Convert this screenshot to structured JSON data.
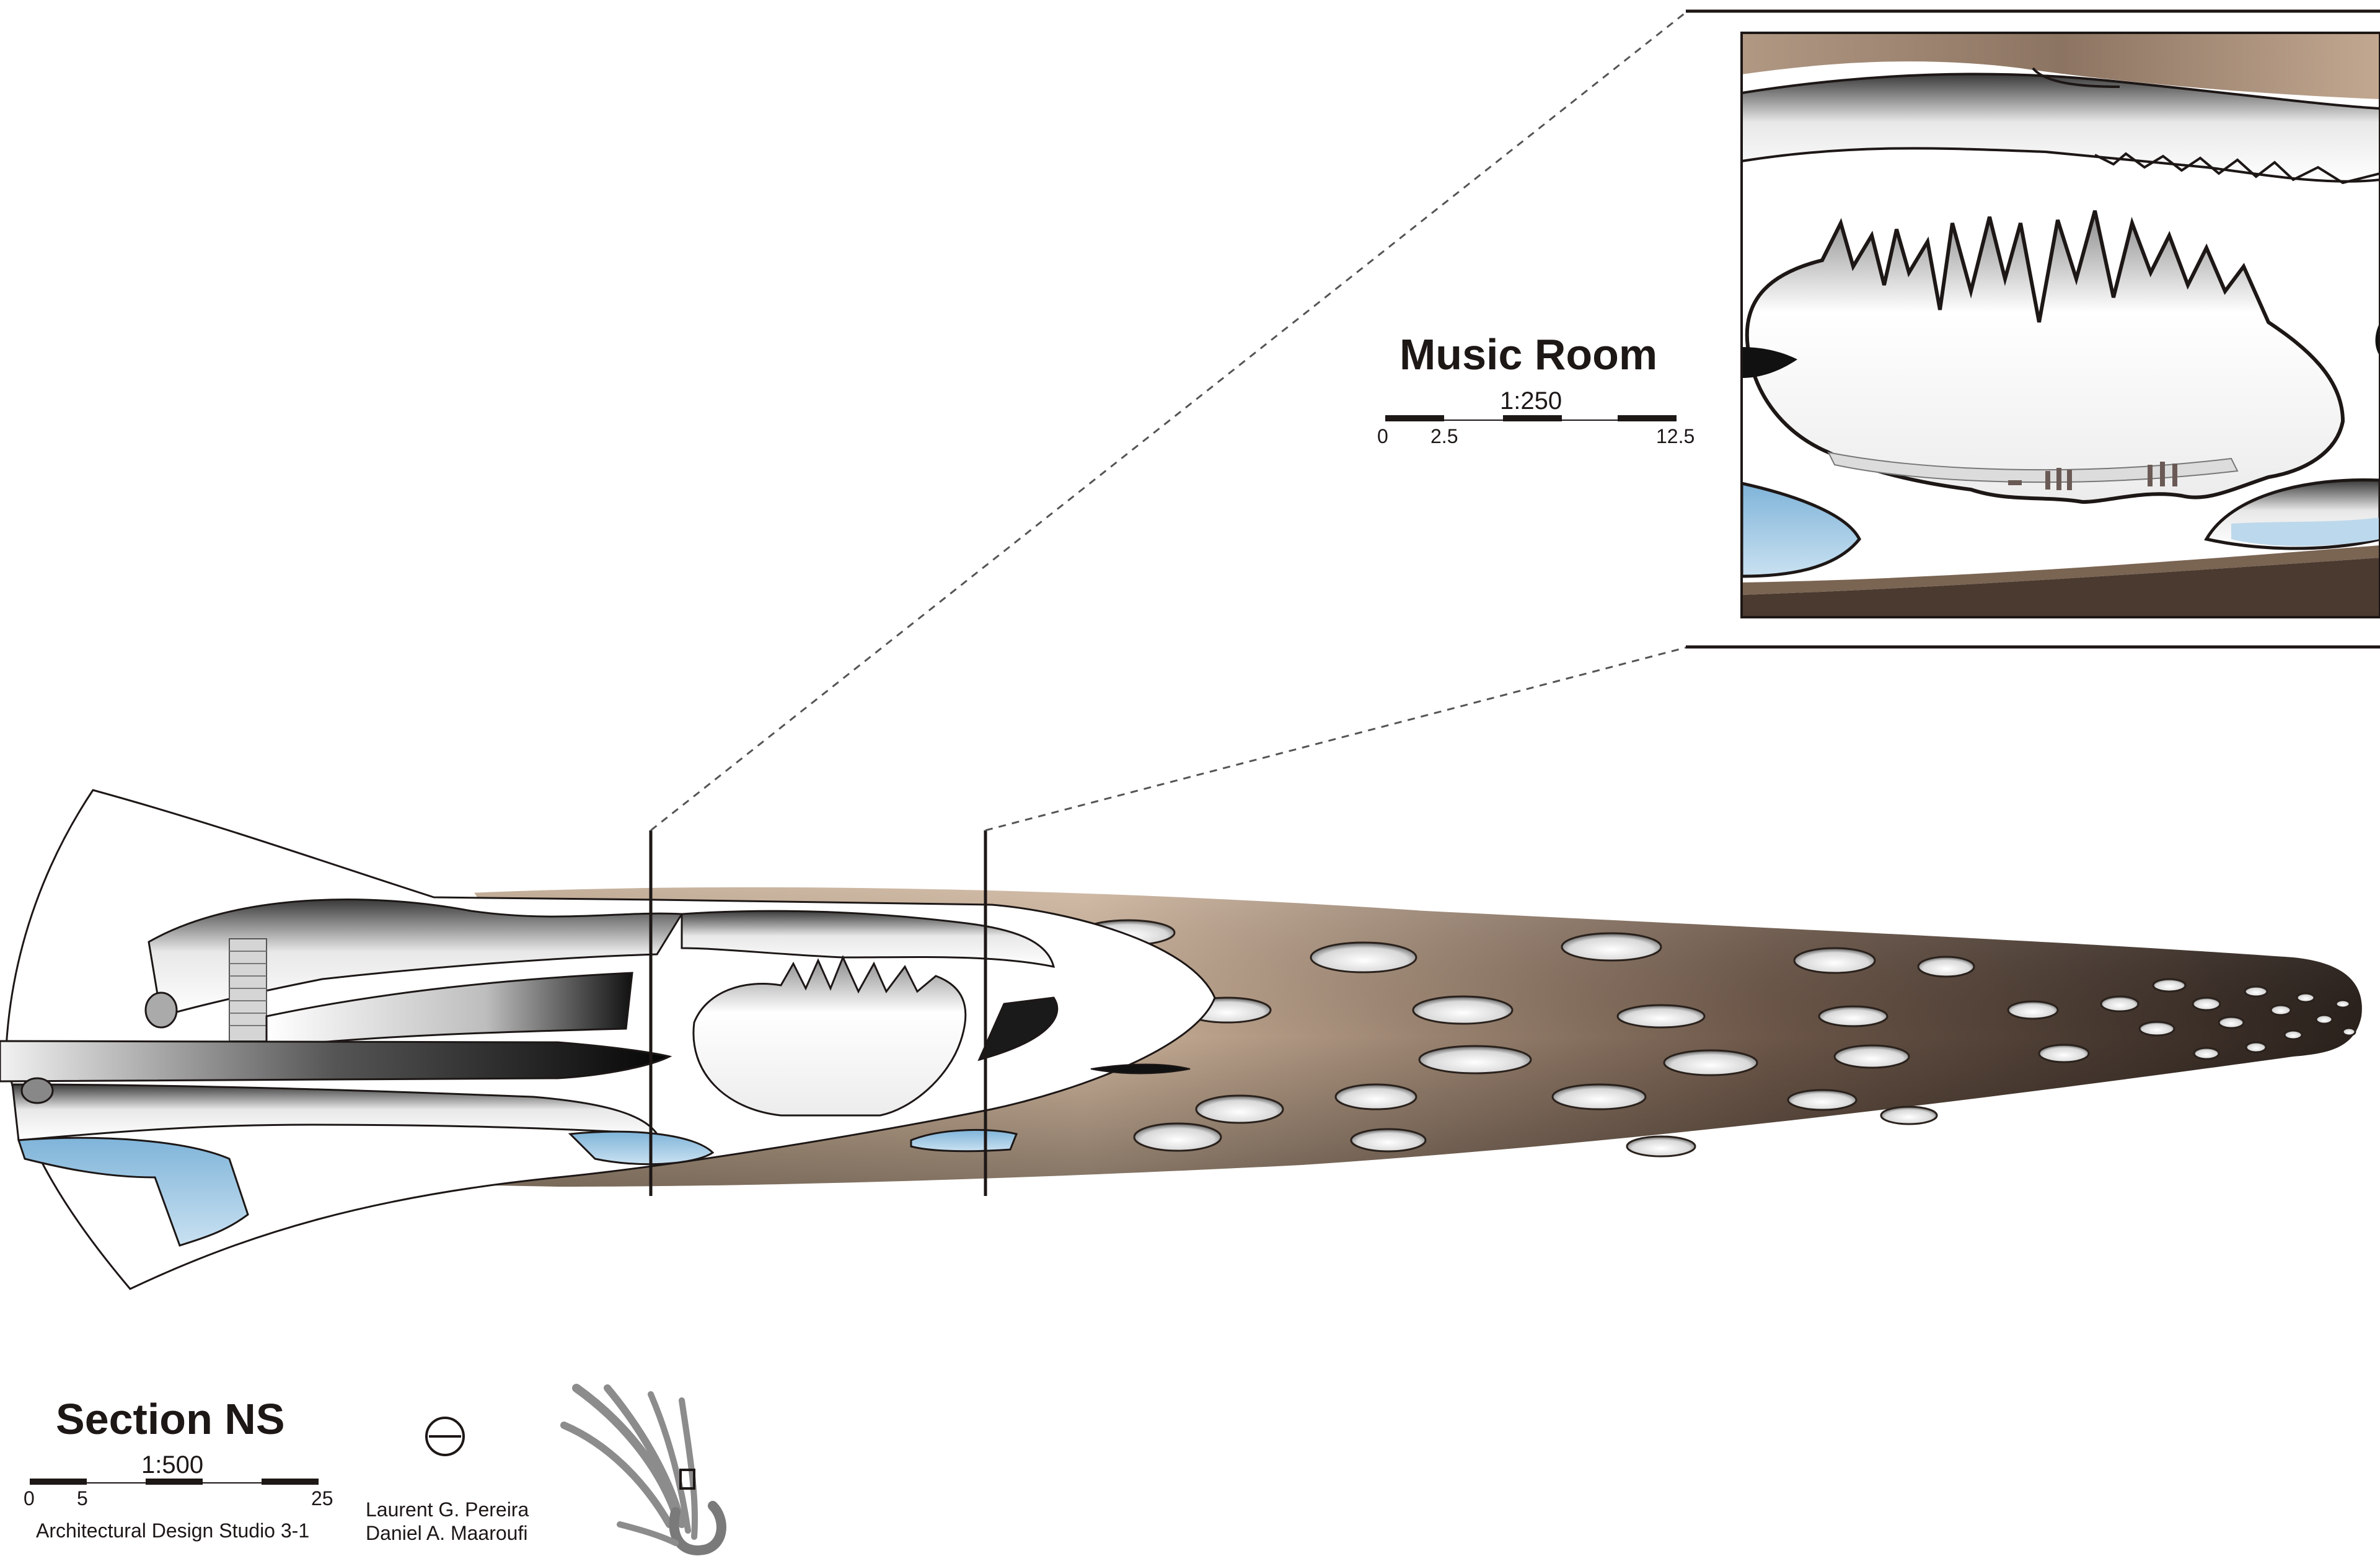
{
  "detail": {
    "title": "Music Room",
    "scale": "1:250",
    "ticks": [
      "0",
      "2.5",
      "12.5"
    ]
  },
  "section": {
    "title": "Section NS",
    "scale": "1:500",
    "ticks": [
      "0",
      "5",
      "25"
    ],
    "studio": "Architectural Design Studio 3-1",
    "authors": [
      "Laurent G. Pereira",
      "Daniel A. Maaroufi"
    ]
  },
  "colors": {
    "skin_light": "#c7ae95",
    "skin_dark": "#2b221c",
    "water": "#a9cde6",
    "ink": "#1d1716"
  }
}
